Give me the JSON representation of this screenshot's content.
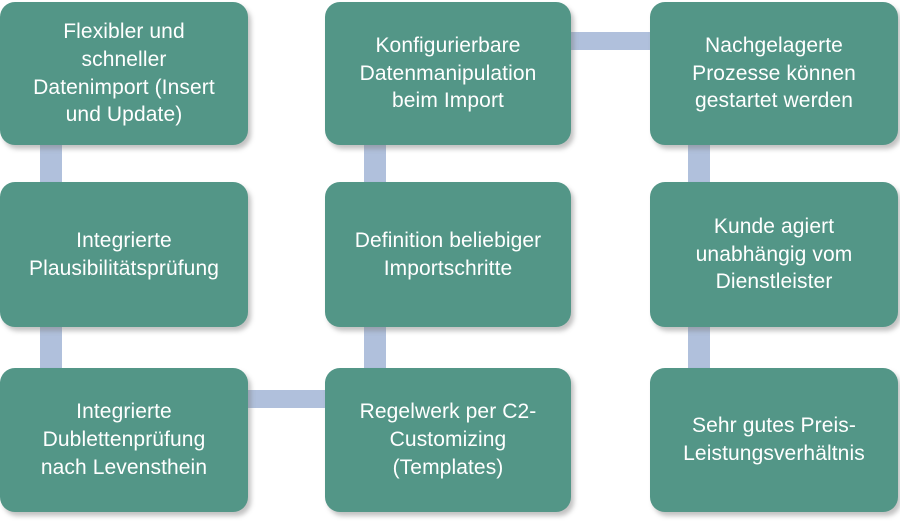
{
  "diagram": {
    "type": "grid-of-rounded-boxes",
    "rows": 3,
    "columns": 3,
    "colors": {
      "node_fill": "#539687",
      "node_text": "#ffffff",
      "connector": "#b0c0dc",
      "background": "#ffffff"
    },
    "nodes": [
      {
        "id": "flexibler-schneller-datenimport",
        "row": 1,
        "column": 1,
        "label": "Flexibler und\nschneller\nDatenimport (Insert\nund Update)"
      },
      {
        "id": "konfigurierbare-datenmanipulation",
        "row": 1,
        "column": 2,
        "label": "Konfigurierbare\nDatenmanipulation\nbeim Import"
      },
      {
        "id": "nachgelagerte-prozesse",
        "row": 1,
        "column": 3,
        "label": "Nachgelagerte\nProzesse können\ngestartet werden"
      },
      {
        "id": "integrierte-plausibilitaetspruefung",
        "row": 2,
        "column": 1,
        "label": "Integrierte\nPlausibilitätsprüfung"
      },
      {
        "id": "definition-importschritte",
        "row": 2,
        "column": 2,
        "label": "Definition beliebiger\nImportschritte"
      },
      {
        "id": "kunde-agiert-unabhaengig",
        "row": 2,
        "column": 3,
        "label": "Kunde agiert\nunabhängig vom\nDienstleister"
      },
      {
        "id": "integrierte-dublettenpruefung",
        "row": 3,
        "column": 1,
        "label": "Integrierte\nDublettenprüfung\nnach Levensthein"
      },
      {
        "id": "regelwerk-c2-customizing",
        "row": 3,
        "column": 2,
        "label": "Regelwerk per C2-\nCustomizing\n(Templates)"
      },
      {
        "id": "sehr-gutes-preis-leistungsverhaeltnis",
        "row": 3,
        "column": 3,
        "label": "Sehr gutes Preis-\nLeistungsverhältnis"
      }
    ],
    "connectors": [
      {
        "id": "c1-r1-to-r2",
        "orientation": "vertical",
        "from": "flexibler-schneller-datenimport",
        "to": "integrierte-plausibilitaetspruefung"
      },
      {
        "id": "c2-r1-to-r2",
        "orientation": "vertical",
        "from": "konfigurierbare-datenmanipulation",
        "to": "definition-importschritte"
      },
      {
        "id": "c3-r1-to-r2",
        "orientation": "vertical",
        "from": "nachgelagerte-prozesse",
        "to": "kunde-agiert-unabhaengig"
      },
      {
        "id": "c1-r2-to-r3",
        "orientation": "vertical",
        "from": "integrierte-plausibilitaetspruefung",
        "to": "integrierte-dublettenpruefung"
      },
      {
        "id": "c2-r2-to-r3",
        "orientation": "vertical",
        "from": "definition-importschritte",
        "to": "regelwerk-c2-customizing"
      },
      {
        "id": "c3-r2-to-r3",
        "orientation": "vertical",
        "from": "kunde-agiert-unabhaengig",
        "to": "sehr-gutes-preis-leistungsverhaeltnis"
      },
      {
        "id": "r1-c2-to-c3",
        "orientation": "horizontal",
        "from": "konfigurierbare-datenmanipulation",
        "to": "nachgelagerte-prozesse"
      },
      {
        "id": "r3-c1-to-c2",
        "orientation": "horizontal",
        "from": "integrierte-dublettenpruefung",
        "to": "regelwerk-c2-customizing"
      }
    ]
  }
}
